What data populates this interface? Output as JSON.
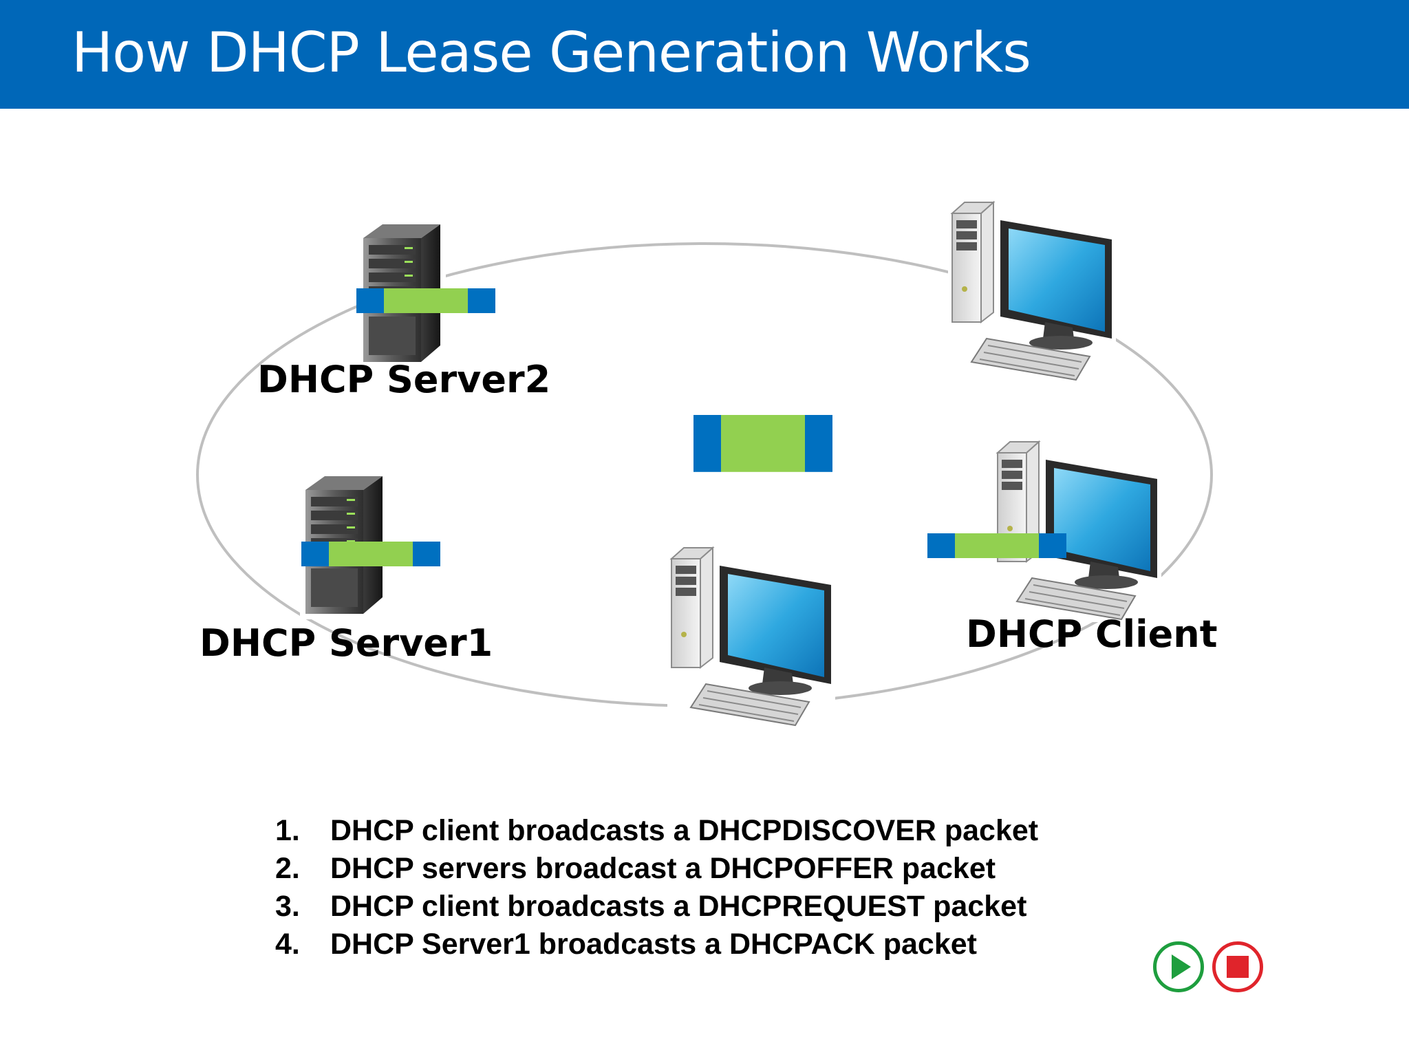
{
  "header": {
    "title": "How DHCP Lease Generation Works"
  },
  "labels": {
    "server2": "DHCP Server2",
    "server1": "DHCP Server1",
    "client": "DHCP Client"
  },
  "steps": [
    {
      "num": "1.",
      "text": "DHCP client broadcasts a DHCPDISCOVER packet"
    },
    {
      "num": "2.",
      "text": "DHCP servers broadcast a DHCPOFFER packet"
    },
    {
      "num": "3.",
      "text": "DHCP client broadcasts a DHCPREQUEST packet"
    },
    {
      "num": "4.",
      "text": "DHCP Server1 broadcasts a DHCPACK packet"
    }
  ],
  "controls": {
    "play": "play-icon",
    "stop": "stop-icon"
  },
  "colors": {
    "header": "#0067b8",
    "packet_green": "#92d050",
    "packet_blue": "#0070c0",
    "ring": "#bfbfbf",
    "play": "#1e9e3e",
    "stop": "#e0242b"
  }
}
